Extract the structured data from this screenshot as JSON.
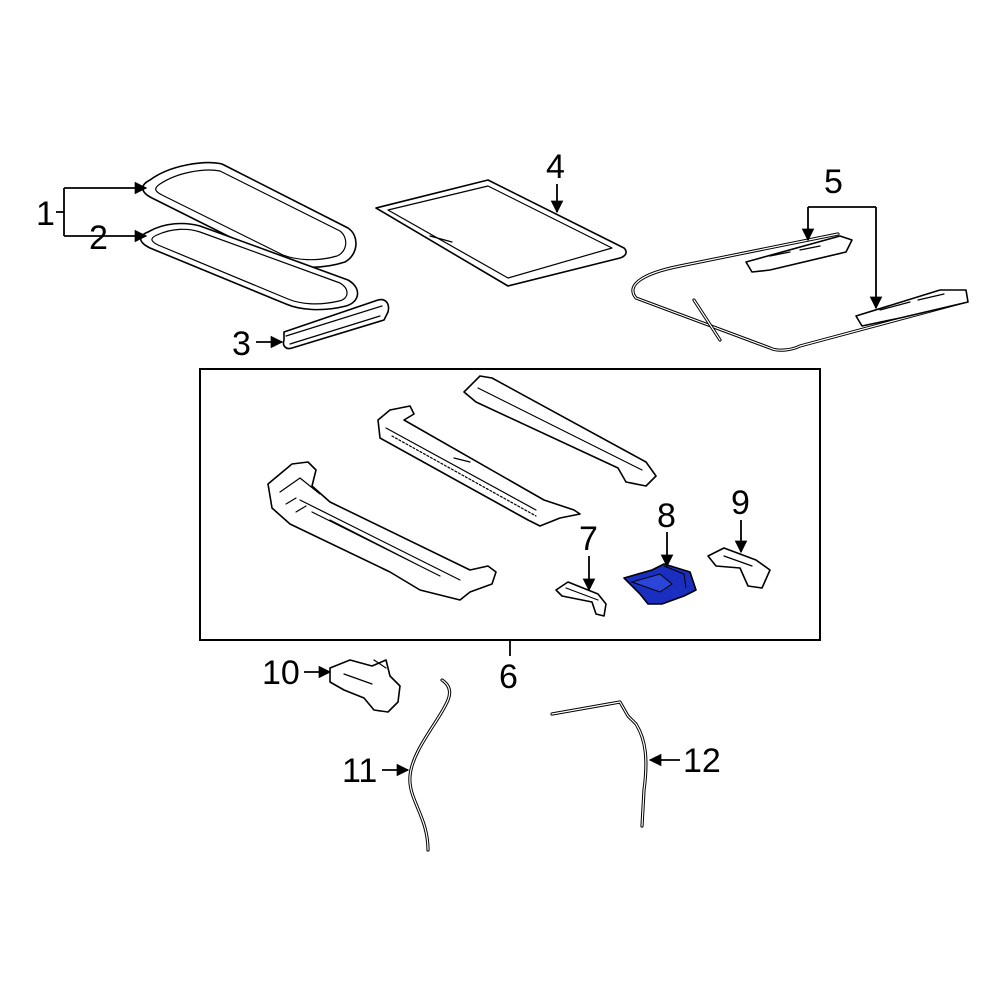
{
  "colors": {
    "line": "#000000",
    "background": "#ffffff",
    "highlight": "#1a2fbf"
  },
  "callouts": {
    "c1": "1",
    "c2": "2",
    "c3": "3",
    "c4": "4",
    "c5": "5",
    "c6": "6",
    "c7": "7",
    "c8": "8",
    "c9": "9",
    "c10": "10",
    "c11": "11",
    "c12": "12"
  },
  "highlighted_part": "8"
}
